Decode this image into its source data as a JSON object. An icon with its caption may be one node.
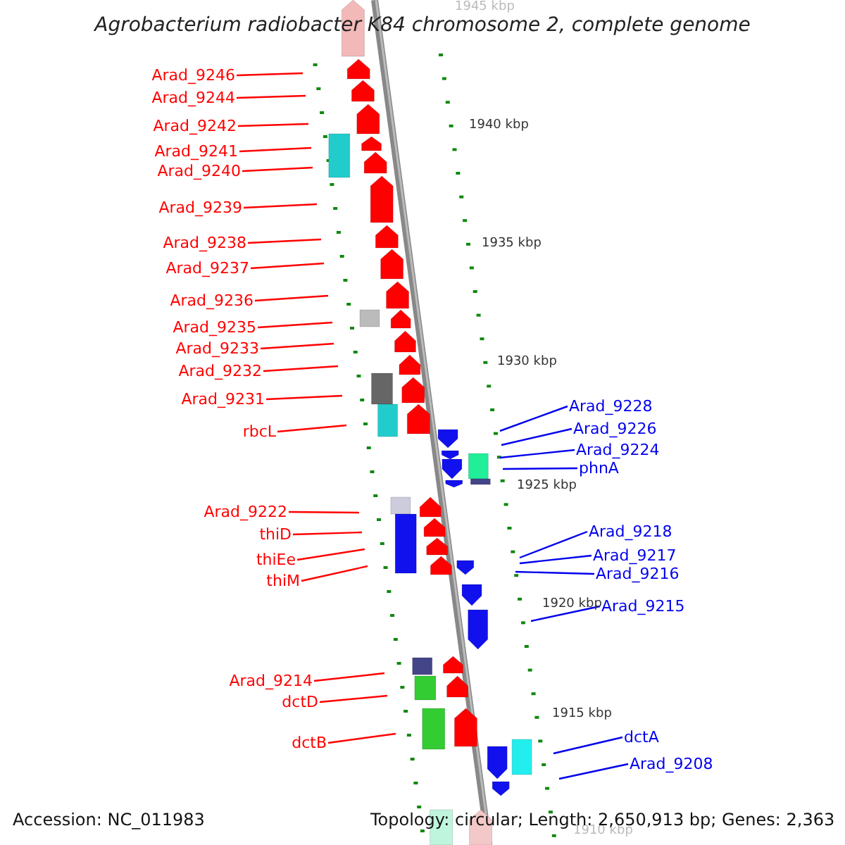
{
  "diagram": {
    "title": "Agrobacterium radiobacter K84 chromosome 2, complete genome",
    "nodes": [
      {
        "text": [
          "Arad_9246"
        ]
      },
      {
        "text": [
          "Arad_9244"
        ]
      },
      {
        "text": [
          "Arad_9242"
        ]
      },
      {
        "text": [
          "Arad_9241"
        ]
      },
      {
        "text": [
          "Arad_9240"
        ]
      },
      {
        "text": [
          "Arad_9239"
        ]
      },
      {
        "text": [
          "Arad_9238"
        ]
      },
      {
        "text": [
          "Arad_9237"
        ]
      },
      {
        "text": [
          "Arad_9236"
        ]
      },
      {
        "text": [
          "Arad_9235"
        ]
      },
      {
        "text": [
          "Arad_9233"
        ]
      },
      {
        "text": [
          "Arad_9232"
        ]
      },
      {
        "text": [
          "Arad_9231"
        ]
      },
      {
        "text": [
          "rbcL"
        ]
      },
      {
        "text": [
          "Arad_9222"
        ]
      },
      {
        "text": [
          "thiD"
        ]
      },
      {
        "text": [
          "thiEe"
        ]
      },
      {
        "text": [
          "thiM"
        ]
      },
      {
        "text": [
          "Arad_9214"
        ]
      },
      {
        "text": [
          "dctD"
        ]
      },
      {
        "text": [
          "dctB"
        ]
      },
      {
        "text": [
          "Arad_9228"
        ]
      },
      {
        "text": [
          "Arad_9226"
        ]
      },
      {
        "text": [
          "Arad_9224"
        ]
      },
      {
        "text": [
          "phnA"
        ]
      },
      {
        "text": [
          "Arad_9218"
        ]
      },
      {
        "text": [
          "Arad_9217"
        ]
      },
      {
        "text": [
          "Arad_9216"
        ]
      },
      {
        "text": [
          "Arad_9215"
        ]
      },
      {
        "text": [
          "dctA"
        ]
      },
      {
        "text": [
          "Arad_9208"
        ]
      }
    ],
    "edges": [
      {
        "from": 0,
        "to": null,
        "arrow": "none"
      },
      {
        "from": 1,
        "to": null,
        "arrow": "none"
      },
      {
        "from": 2,
        "to": null,
        "arrow": "none"
      },
      {
        "from": 3,
        "to": null,
        "arrow": "none"
      },
      {
        "from": 4,
        "to": null,
        "arrow": "none"
      },
      {
        "from": 5,
        "to": null,
        "arrow": "none"
      },
      {
        "from": 6,
        "to": null,
        "arrow": "none"
      },
      {
        "from": 7,
        "to": null,
        "arrow": "none"
      },
      {
        "from": 8,
        "to": null,
        "arrow": "none"
      },
      {
        "from": 9,
        "to": null,
        "arrow": "none"
      },
      {
        "from": 10,
        "to": null,
        "arrow": "none"
      },
      {
        "from": 11,
        "to": null,
        "arrow": "none"
      },
      {
        "from": 12,
        "to": null,
        "arrow": "none"
      },
      {
        "from": 13,
        "to": null,
        "arrow": "none"
      },
      {
        "from": 14,
        "to": null,
        "arrow": "none"
      },
      {
        "from": 15,
        "to": null,
        "arrow": "none"
      },
      {
        "from": 16,
        "to": null,
        "arrow": "none"
      },
      {
        "from": 17,
        "to": null,
        "arrow": "none"
      },
      {
        "from": 18,
        "to": null,
        "arrow": "none"
      },
      {
        "from": 19,
        "to": null,
        "arrow": "none"
      },
      {
        "from": 20,
        "to": null,
        "arrow": "none"
      },
      {
        "from": 21,
        "to": null,
        "arrow": "none",
        "color": "#0000ee"
      },
      {
        "from": 22,
        "to": null,
        "arrow": "none",
        "color": "#0000ee"
      },
      {
        "from": 23,
        "to": null,
        "arrow": "none",
        "color": "#0000ee"
      },
      {
        "from": 24,
        "to": null,
        "arrow": "none",
        "color": "#0000ee"
      },
      {
        "from": 25,
        "to": null,
        "arrow": "none",
        "color": "#0000ee"
      },
      {
        "from": 26,
        "to": null,
        "arrow": "none",
        "color": "#0000ee"
      },
      {
        "from": 27,
        "to": null,
        "arrow": "none",
        "color": "#0000ee"
      },
      {
        "from": 28,
        "to": null,
        "arrow": "none",
        "color": "#0000ee"
      },
      {
        "from": 29,
        "to": null,
        "arrow": "none",
        "color": "#0000ee"
      },
      {
        "from": 30,
        "to": null,
        "arrow": "none",
        "color": "#0000ee"
      }
    ],
    "labels": [
      "1945 kbp",
      "1940 kbp",
      "1935 kbp",
      "1930 kbp",
      "1925 kbp",
      "1920 kbp",
      "1915 kbp",
      "1910 kbp",
      "Accession: NC_011983",
      "Topology: circular; Length: 2,650,913 bp; Genes: 2,363"
    ]
  }
}
